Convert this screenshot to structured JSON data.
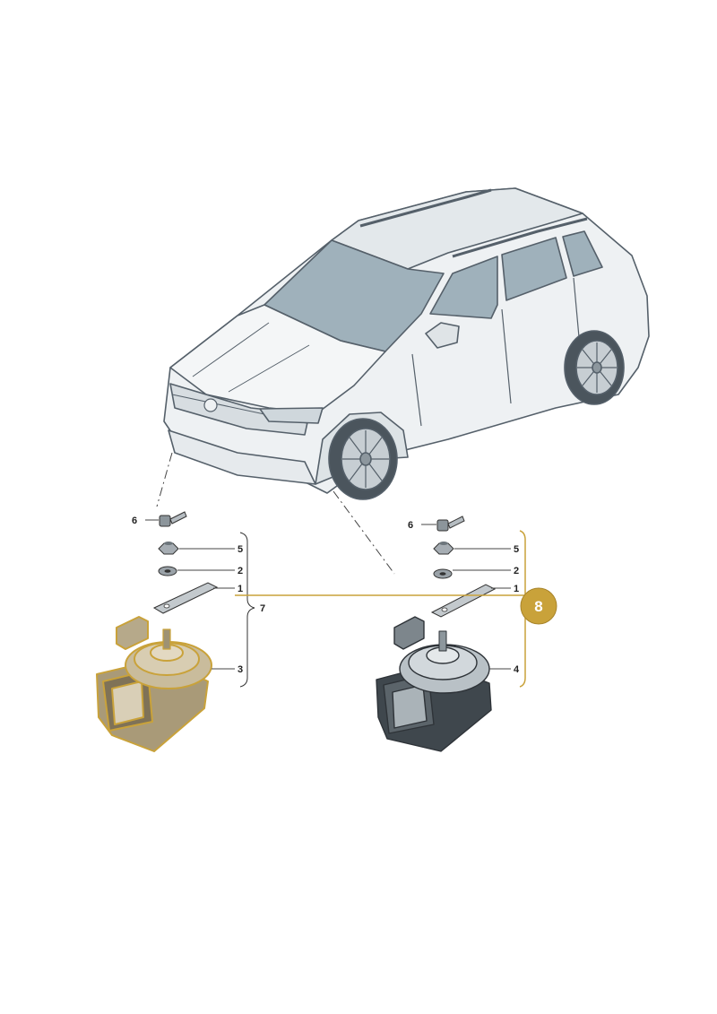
{
  "colors": {
    "highlight": "#c9a23a",
    "badge_fill": "#c9a23a",
    "vehicle_stroke": "#55606a",
    "vehicle_fill": "#eef1f3",
    "glass": "#9fb1bb"
  },
  "icons": [
    "car-illustration",
    "horn-high-tone",
    "horn-low-tone",
    "bolt",
    "nut",
    "washer",
    "bracket"
  ],
  "left_group": {
    "labels": {
      "bolt": "6",
      "nut": "5",
      "washer": "2",
      "bracket": "1",
      "horn": "3",
      "assembly": "7"
    }
  },
  "right_group": {
    "labels": {
      "bolt": "6",
      "nut": "5",
      "washer": "2",
      "bracket": "1",
      "horn": "4"
    }
  },
  "callout": {
    "number": "8"
  }
}
